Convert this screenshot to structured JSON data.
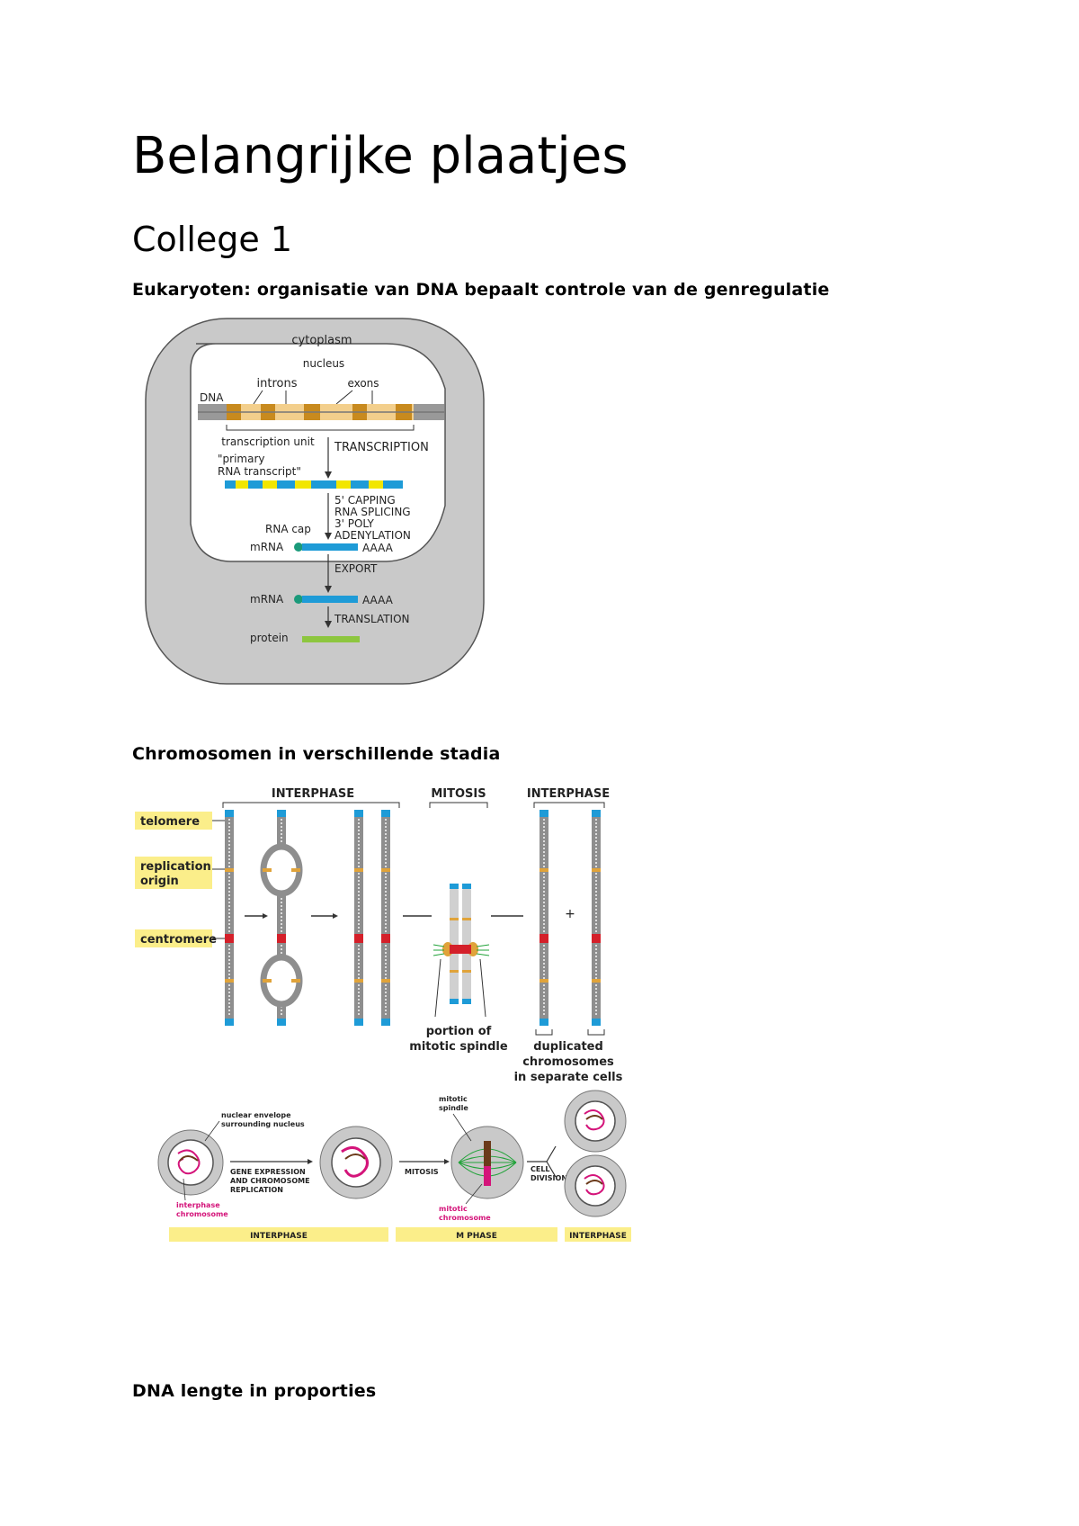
{
  "document": {
    "title": "Belangrijke plaatjes",
    "section": "College 1",
    "subheadings": [
      "Eukaryoten: organisatie van DNA bepaalt controle van de genregulatie",
      "Chromosomen in verschillende stadia",
      "DNA lengte in proporties"
    ]
  },
  "fig1": {
    "cytoplasm": "cytoplasm",
    "nucleus": "nucleus",
    "introns": "introns",
    "exons": "exons",
    "dna": "DNA",
    "transcription_unit": "transcription unit",
    "transcription": "TRANSCRIPTION",
    "primary_1": "\"primary",
    "primary_2": "RNA transcript\"",
    "proc_1": "5' CAPPING",
    "proc_2": "RNA SPLICING",
    "proc_3": "3' POLY",
    "proc_4": "ADENYLATION",
    "rna_cap": "RNA cap",
    "mrna": "mRNA",
    "aaaa": "AAAA",
    "export": "EXPORT",
    "translation": "TRANSLATION",
    "protein": "protein"
  },
  "fig2": {
    "interphase": "INTERPHASE",
    "mitosis": "MITOSIS",
    "telomere": "telomere",
    "replication_1": "replication",
    "replication_2": "origin",
    "centromere": "centromere",
    "plus": "+",
    "spindle_1": "portion of",
    "spindle_2": "mitotic spindle",
    "dup_1": "duplicated",
    "dup_2": "chromosomes",
    "dup_3": "in separate cells",
    "envelope_1": "nuclear envelope",
    "envelope_2": "surrounding nucleus",
    "gene_1": "GENE EXPRESSION",
    "gene_2": "AND CHROMOSOME",
    "gene_3": "REPLICATION",
    "mitosis_lower": "MITOSIS",
    "mit_spindle_1": "mitotic",
    "mit_spindle_2": "spindle",
    "cell_div_1": "CELL",
    "cell_div_2": "DIVISION",
    "inter_chr_1": "interphase",
    "inter_chr_2": "chromosome",
    "mit_chr_1": "mitotic",
    "mit_chr_2": "chromosome",
    "bar_interphase": "INTERPHASE",
    "bar_mphase": "M PHASE",
    "bar_interphase2": "INTERPHASE"
  },
  "colors": {
    "gray": "#c9c9c9",
    "dna_orange": "#e0a33a",
    "rna_blue": "#1e9bd7",
    "rna_yellow": "#f2e600",
    "protein_green": "#8dc63f",
    "label_yellow": "#fbee8a",
    "centromere_red": "#d4202a",
    "chromosome_magenta": "#d4147a"
  }
}
